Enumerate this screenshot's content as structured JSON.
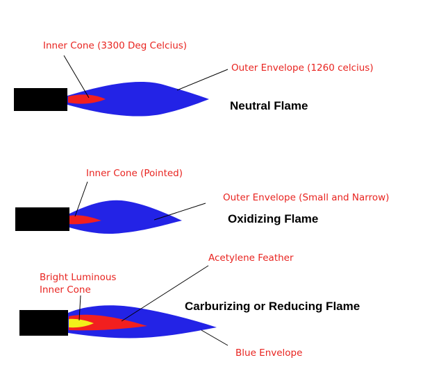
{
  "colors": {
    "nozzle": "#000000",
    "outer_envelope": "#2323e6",
    "inner_cone": "#f21f1f",
    "luminous_cone": "#f2ee1a",
    "label_text": "#e8231f",
    "title_text": "#000000",
    "leader_line": "#000000"
  },
  "neutral": {
    "title": "Neutral Flame",
    "inner_cone_label": "Inner Cone (3300 Deg Celcius)",
    "outer_envelope_label": "Outer Envelope (1260 celcius)"
  },
  "oxidizing": {
    "title": "Oxidizing Flame",
    "inner_cone_label": "Inner Cone (Pointed)",
    "outer_envelope_label": "Outer Envelope (Small and Narrow)"
  },
  "carburizing": {
    "title": "Carburizing or Reducing Flame",
    "feather_label": "Acetylene Feather",
    "luminous_label_line1": "Bright Luminous",
    "luminous_label_line2": "Inner Cone",
    "envelope_label": "Blue Envelope"
  }
}
